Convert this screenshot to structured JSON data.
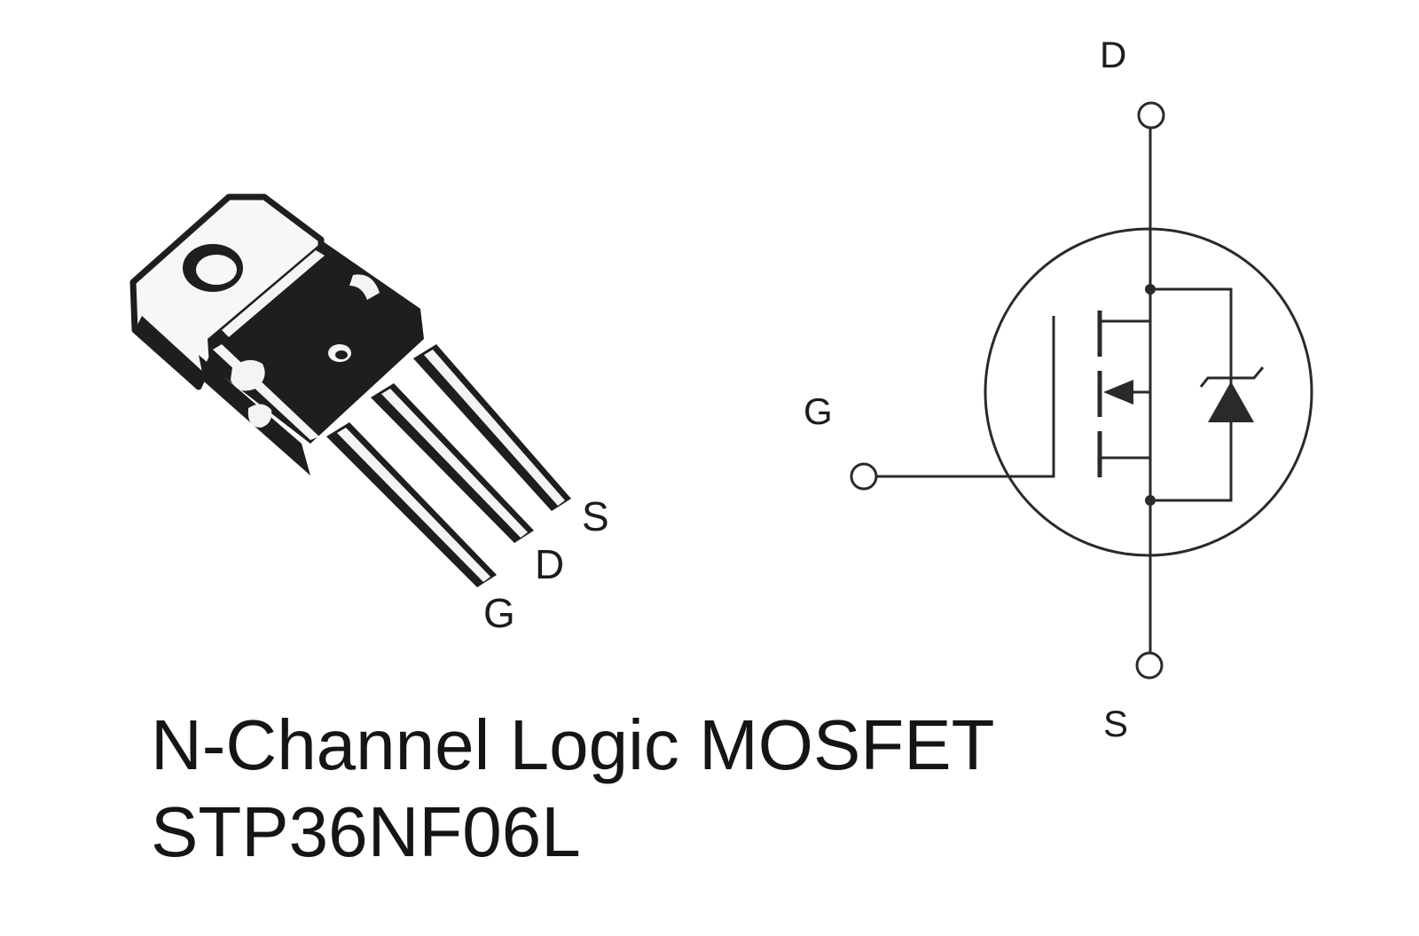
{
  "package": {
    "pin_labels": [
      "G",
      "D",
      "S"
    ]
  },
  "symbol": {
    "drain_label": "D",
    "gate_label": "G",
    "source_label": "S"
  },
  "caption": {
    "line1": "N-Channel Logic MOSFET",
    "line2": "STP36NF06L"
  },
  "colors": {
    "line": "#2a2a2a",
    "body_dark": "#1e1e1e",
    "body_light": "#f4f4f4",
    "background": "#ffffff"
  }
}
